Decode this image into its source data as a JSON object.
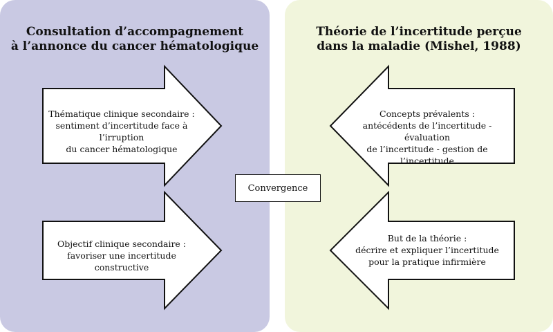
{
  "colors": {
    "left_panel": "#c9c9e3",
    "right_panel": "#f1f5dc",
    "arrow_fill": "#ffffff",
    "arrow_stroke": "#111111"
  },
  "left": {
    "title_line1": "Consultation d’accompagnement",
    "title_line2": "à l’annonce du cancer hématologique",
    "arrow1": {
      "line1": "Thématique clinique secondaire :",
      "line2": "sentiment d’incertitude face à l’irruption",
      "line3": "du cancer hématologique"
    },
    "arrow2": {
      "line1": "Objectif clinique secondaire :",
      "line2": "favoriser une incertitude constructive"
    }
  },
  "right": {
    "title_line1": "Théorie de l’incertitude perçue",
    "title_line2": "dans la maladie (Mishel, 1988)",
    "arrow1": {
      "line1": "Concepts prévalents :",
      "line2": "antécédents de l’incertitude - évaluation",
      "line3": "de l’incertitude - gestion de l’incertitude"
    },
    "arrow2": {
      "line1": "But de la théorie :",
      "line2": "décrire et expliquer l’incertitude",
      "line3": "pour la pratique infirmière"
    }
  },
  "center": {
    "label": "Convergence"
  }
}
